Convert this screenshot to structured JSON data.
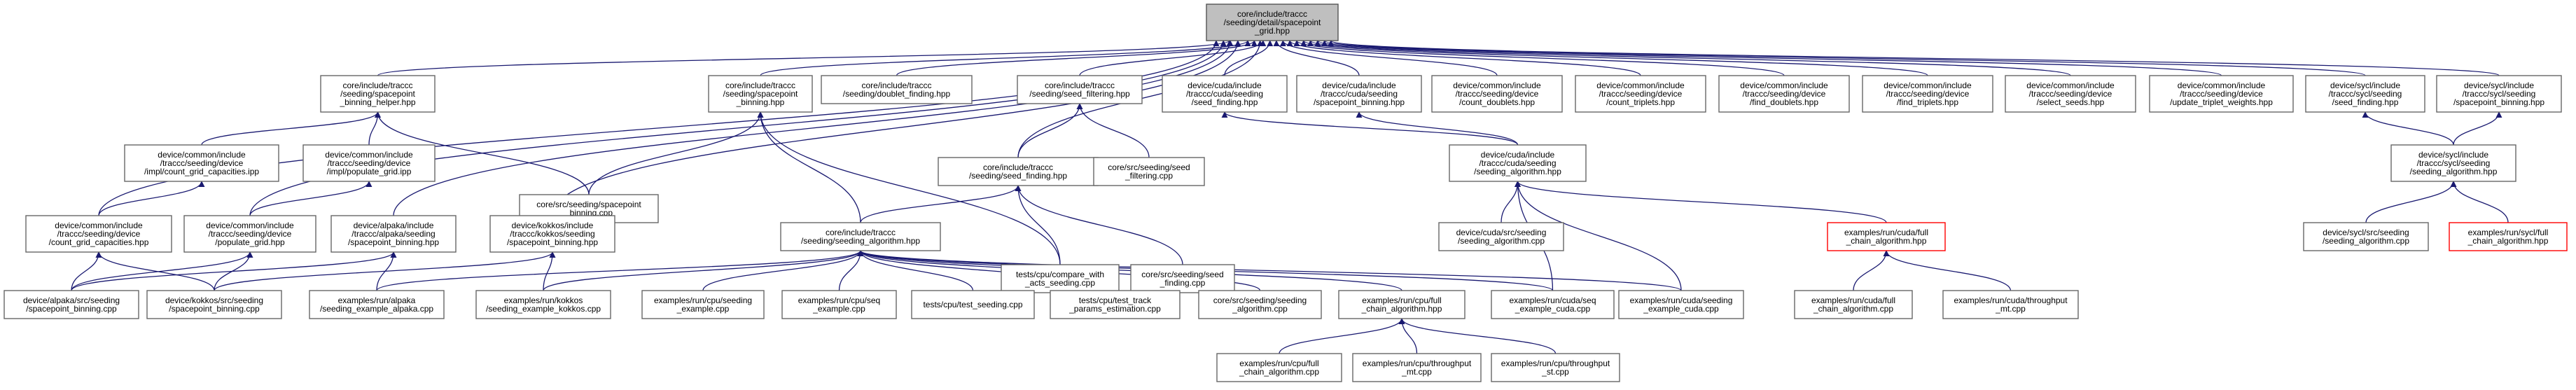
{
  "root": "A",
  "nodes": [
    {
      "id": "A",
      "lines": [
        "core/include/traccc",
        "/seeding/detail/spacepoint",
        "_grid.hpp"
      ],
      "root": true
    },
    {
      "id": "B",
      "lines": [
        "core/include/traccc",
        "/seeding/spacepoint",
        "_binning_helper.hpp"
      ]
    },
    {
      "id": "C",
      "lines": [
        "core/include/traccc",
        "/seeding/spacepoint",
        "_binning.hpp"
      ]
    },
    {
      "id": "D",
      "lines": [
        "core/include/traccc",
        "/seeding/doublet_finding.hpp"
      ]
    },
    {
      "id": "E",
      "lines": [
        "core/include/traccc",
        "/seeding/seed_filtering.hpp"
      ]
    },
    {
      "id": "F",
      "lines": [
        "device/cuda/include",
        "/traccc/cuda/seeding",
        "/seed_finding.hpp"
      ]
    },
    {
      "id": "G",
      "lines": [
        "device/cuda/include",
        "/traccc/cuda/seeding",
        "/spacepoint_binning.hpp"
      ]
    },
    {
      "id": "H",
      "lines": [
        "device/common/include",
        "/traccc/seeding/device",
        "/count_doublets.hpp"
      ]
    },
    {
      "id": "I",
      "lines": [
        "device/common/include",
        "/traccc/seeding/device",
        "/count_triplets.hpp"
      ]
    },
    {
      "id": "J",
      "lines": [
        "device/common/include",
        "/traccc/seeding/device",
        "/find_doublets.hpp"
      ]
    },
    {
      "id": "K",
      "lines": [
        "device/common/include",
        "/traccc/seeding/device",
        "/find_triplets.hpp"
      ]
    },
    {
      "id": "L",
      "lines": [
        "device/common/include",
        "/traccc/seeding/device",
        "/select_seeds.hpp"
      ]
    },
    {
      "id": "M",
      "lines": [
        "device/common/include",
        "/traccc/seeding/device",
        "/update_triplet_weights.hpp"
      ]
    },
    {
      "id": "N",
      "lines": [
        "device/sycl/include",
        "/traccc/sycl/seeding",
        "/seed_finding.hpp"
      ]
    },
    {
      "id": "O",
      "lines": [
        "device/sycl/include",
        "/traccc/sycl/seeding",
        "/spacepoint_binning.hpp"
      ]
    },
    {
      "id": "P",
      "lines": [
        "device/common/include",
        "/traccc/seeding/device",
        "/impl/count_grid_capacities.ipp"
      ]
    },
    {
      "id": "Q",
      "lines": [
        "device/common/include",
        "/traccc/seeding/device",
        "/impl/populate_grid.ipp"
      ]
    },
    {
      "id": "R",
      "lines": [
        "core/src/seeding/spacepoint",
        "_binning.cpp"
      ]
    },
    {
      "id": "S",
      "lines": [
        "core/include/traccc",
        "/seeding/seed_finding.hpp"
      ]
    },
    {
      "id": "T",
      "lines": [
        "core/src/seeding/seed",
        "_filtering.cpp"
      ]
    },
    {
      "id": "U",
      "lines": [
        "device/cuda/include",
        "/traccc/cuda/seeding",
        "/seeding_algorithm.hpp"
      ]
    },
    {
      "id": "V",
      "lines": [
        "device/sycl/include",
        "/traccc/sycl/seeding",
        "/seeding_algorithm.hpp"
      ]
    },
    {
      "id": "W",
      "lines": [
        "device/common/include",
        "/traccc/seeding/device",
        "/count_grid_capacities.hpp"
      ]
    },
    {
      "id": "X",
      "lines": [
        "device/common/include",
        "/traccc/seeding/device",
        "/populate_grid.hpp"
      ]
    },
    {
      "id": "Y",
      "lines": [
        "device/alpaka/include",
        "/traccc/alpaka/seeding",
        "/spacepoint_binning.hpp"
      ]
    },
    {
      "id": "Z",
      "lines": [
        "device/kokkos/include",
        "/traccc/kokkos/seeding",
        "/spacepoint_binning.hpp"
      ]
    },
    {
      "id": "AA",
      "lines": [
        "core/include/traccc",
        "/seeding/seeding_algorithm.hpp"
      ]
    },
    {
      "id": "AB",
      "lines": [
        "tests/cpu/compare_with",
        "_acts_seeding.cpp"
      ]
    },
    {
      "id": "AC",
      "lines": [
        "core/src/seeding/seed",
        "_finding.cpp"
      ]
    },
    {
      "id": "AD",
      "lines": [
        "device/cuda/src/seeding",
        "/seeding_algorithm.cpp"
      ]
    },
    {
      "id": "AE",
      "lines": [
        "examples/run/cuda/full",
        "_chain_algorithm.hpp"
      ],
      "red": true
    },
    {
      "id": "AF",
      "lines": [
        "device/sycl/src/seeding",
        "/seeding_algorithm.cpp"
      ]
    },
    {
      "id": "AG",
      "lines": [
        "examples/run/sycl/full",
        "_chain_algorithm.hpp"
      ],
      "red": true
    },
    {
      "id": "AH",
      "lines": [
        "device/alpaka/src/seeding",
        "/spacepoint_binning.cpp"
      ]
    },
    {
      "id": "AI",
      "lines": [
        "device/kokkos/src/seeding",
        "/spacepoint_binning.cpp"
      ]
    },
    {
      "id": "AJ",
      "lines": [
        "examples/run/alpaka",
        "/seeding_example_alpaka.cpp"
      ]
    },
    {
      "id": "AK",
      "lines": [
        "examples/run/kokkos",
        "/seeding_example_kokkos.cpp"
      ]
    },
    {
      "id": "AL",
      "lines": [
        "examples/run/cpu/seeding",
        "_example.cpp"
      ]
    },
    {
      "id": "AM",
      "lines": [
        "examples/run/cpu/seq",
        "_example.cpp"
      ]
    },
    {
      "id": "AN",
      "lines": [
        "tests/cpu/test_seeding.cpp"
      ]
    },
    {
      "id": "AO",
      "lines": [
        "tests/cpu/test_track",
        "_params_estimation.cpp"
      ]
    },
    {
      "id": "AP",
      "lines": [
        "core/src/seeding/seeding",
        "_algorithm.cpp"
      ]
    },
    {
      "id": "AQ",
      "lines": [
        "examples/run/cpu/full",
        "_chain_algorithm.hpp"
      ]
    },
    {
      "id": "AR",
      "lines": [
        "examples/run/cuda/seq",
        "_example_cuda.cpp"
      ]
    },
    {
      "id": "AS",
      "lines": [
        "examples/run/cuda/seeding",
        "_example_cuda.cpp"
      ]
    },
    {
      "id": "AT",
      "lines": [
        "examples/run/cuda/full",
        "_chain_algorithm.cpp"
      ]
    },
    {
      "id": "AU",
      "lines": [
        "examples/run/cuda/throughput",
        "_mt.cpp"
      ]
    },
    {
      "id": "AV",
      "lines": [
        "examples/run/cpu/full",
        "_chain_algorithm.cpp"
      ]
    },
    {
      "id": "AW",
      "lines": [
        "examples/run/cpu/throughput",
        "_mt.cpp"
      ]
    },
    {
      "id": "AX",
      "lines": [
        "examples/run/cpu/throughput",
        "_st.cpp"
      ]
    }
  ],
  "edges": [
    [
      "B",
      "A"
    ],
    [
      "C",
      "A"
    ],
    [
      "D",
      "A"
    ],
    [
      "E",
      "A"
    ],
    [
      "F",
      "A"
    ],
    [
      "G",
      "A"
    ],
    [
      "H",
      "A"
    ],
    [
      "I",
      "A"
    ],
    [
      "J",
      "A"
    ],
    [
      "K",
      "A"
    ],
    [
      "L",
      "A"
    ],
    [
      "M",
      "A"
    ],
    [
      "N",
      "A"
    ],
    [
      "O",
      "A"
    ],
    [
      "S",
      "A"
    ],
    [
      "W",
      "A"
    ],
    [
      "X",
      "A"
    ],
    [
      "Y",
      "A"
    ],
    [
      "Z",
      "A"
    ],
    [
      "P",
      "B"
    ],
    [
      "Q",
      "B"
    ],
    [
      "R",
      "B"
    ],
    [
      "R",
      "C"
    ],
    [
      "AA",
      "C"
    ],
    [
      "AB",
      "C"
    ],
    [
      "S",
      "E"
    ],
    [
      "T",
      "E"
    ],
    [
      "U",
      "F"
    ],
    [
      "U",
      "G"
    ],
    [
      "V",
      "N"
    ],
    [
      "V",
      "O"
    ],
    [
      "W",
      "P"
    ],
    [
      "X",
      "Q"
    ],
    [
      "AA",
      "S"
    ],
    [
      "AB",
      "S"
    ],
    [
      "AC",
      "S"
    ],
    [
      "AD",
      "U"
    ],
    [
      "AE",
      "U"
    ],
    [
      "AR",
      "U"
    ],
    [
      "AS",
      "U"
    ],
    [
      "AF",
      "V"
    ],
    [
      "AG",
      "V"
    ],
    [
      "AH",
      "W"
    ],
    [
      "AI",
      "W"
    ],
    [
      "AH",
      "X"
    ],
    [
      "AI",
      "X"
    ],
    [
      "AH",
      "Y"
    ],
    [
      "AJ",
      "Y"
    ],
    [
      "AI",
      "Z"
    ],
    [
      "AK",
      "Z"
    ],
    [
      "AJ",
      "AA"
    ],
    [
      "AK",
      "AA"
    ],
    [
      "AL",
      "AA"
    ],
    [
      "AM",
      "AA"
    ],
    [
      "AN",
      "AA"
    ],
    [
      "AO",
      "AA"
    ],
    [
      "AP",
      "AA"
    ],
    [
      "AQ",
      "AA"
    ],
    [
      "AR",
      "AA"
    ],
    [
      "AS",
      "AA"
    ],
    [
      "AT",
      "AE"
    ],
    [
      "AU",
      "AE"
    ],
    [
      "AV",
      "AQ"
    ],
    [
      "AW",
      "AQ"
    ],
    [
      "AX",
      "AQ"
    ]
  ]
}
